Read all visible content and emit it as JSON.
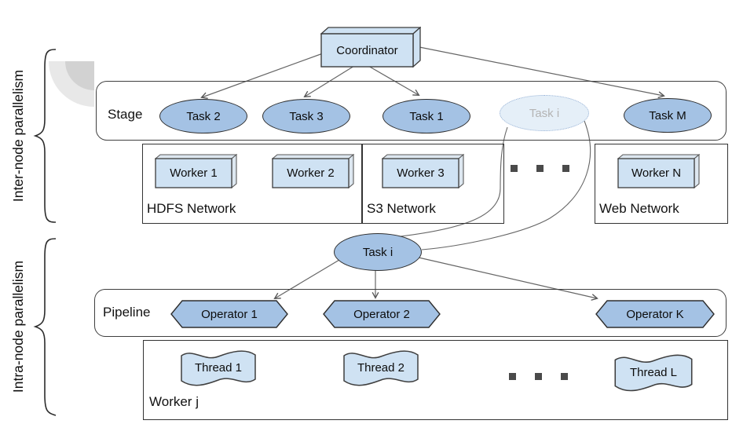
{
  "coordinator": {
    "label": "Coordinator"
  },
  "stage": {
    "label": "Stage",
    "tasks": [
      {
        "label": "Task 2"
      },
      {
        "label": "Task 3"
      },
      {
        "label": "Task 1"
      },
      {
        "label": "Task i",
        "state": "ghost-dotted"
      },
      {
        "label": "Task M"
      }
    ]
  },
  "networks": [
    {
      "name": "HDFS Network",
      "workers": [
        {
          "label": "Worker 1"
        },
        {
          "label": "Worker 2"
        }
      ]
    },
    {
      "name": "S3 Network",
      "workers": [
        {
          "label": "Worker 3"
        }
      ]
    },
    {
      "name": "Web Network",
      "workers": [
        {
          "label": "Worker N"
        }
      ]
    }
  ],
  "detail_task": {
    "label": "Task i"
  },
  "pipeline": {
    "label": "Pipeline",
    "operators": [
      {
        "label": "Operator 1"
      },
      {
        "label": "Operator 2"
      },
      {
        "label": "Operator K"
      }
    ]
  },
  "worker_node": {
    "label": "Worker j",
    "threads": [
      {
        "label": "Thread 1"
      },
      {
        "label": "Thread 2"
      },
      {
        "label": "Thread L"
      }
    ]
  },
  "annotations": {
    "inter_node": "Inter-node parallelism",
    "intra_node": "Intra-node parallelism"
  },
  "icons": {
    "stage_ellipsis": "square-ellipsis",
    "thread_ellipsis": "square-ellipsis"
  },
  "colors": {
    "node_fill": "#a4c2e4",
    "box_fill": "#cfe2f3",
    "ghost_fill": "#dbe8f6",
    "ghost_text": "#b4b4b4",
    "connector": "#666666",
    "border": "#333333",
    "decoration_outer": "#e8e8e8",
    "decoration_inner": "#d2d2d2"
  }
}
